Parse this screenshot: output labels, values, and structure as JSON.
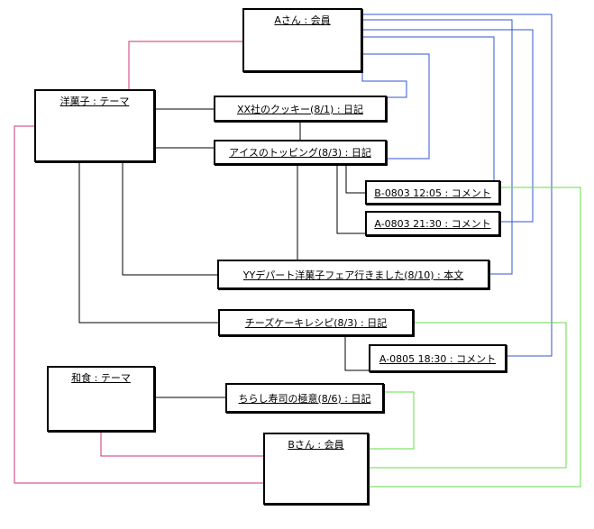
{
  "colors": {
    "line": "#000000",
    "member_a": "#3355cc",
    "member_b": "#66dd44",
    "theme": "#cc3377"
  },
  "nodes": {
    "member_a": "Aさん : 会員",
    "member_b": "Bさん : 会員",
    "theme_yogashi": "洋菓子 : テーマ",
    "theme_washoku": "和食 : テーマ",
    "diary_cookie": "XX社のクッキー(8/1) : 日記",
    "diary_ice": "アイスのトッピング(8/3) : 日記",
    "comment_b_0803": "B-0803 12:05 : コメント",
    "comment_a_0803": "A-0803 21:30 : コメント",
    "body_yy": "YYデパート洋菓子フェア行きました(8/10) : 本文",
    "diary_cheesecake": "チーズケーキレシピ(8/3) : 日記",
    "comment_a_0805": "A-0805 18:30 : コメント",
    "diary_chirashi": "ちらし寿司の極意(8/6) : 日記"
  }
}
